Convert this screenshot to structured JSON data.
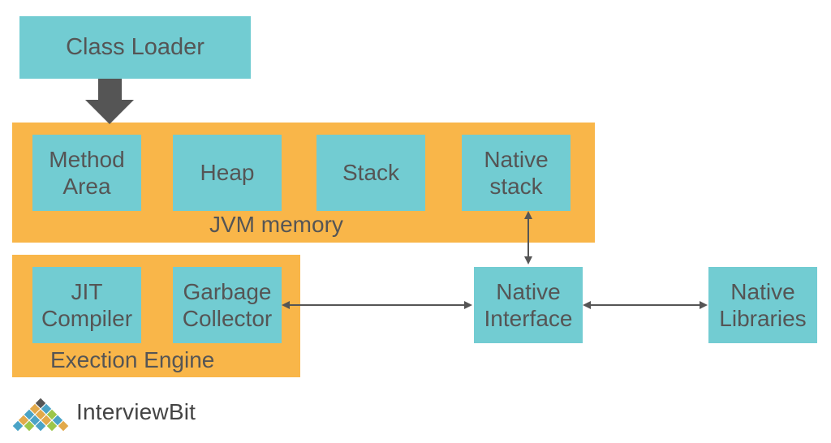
{
  "diagram": {
    "class_loader": "Class Loader",
    "jvm_memory": {
      "label": "JVM memory",
      "method_area": "Method\nArea",
      "heap": "Heap",
      "stack": "Stack",
      "native_stack": "Native\nstack"
    },
    "execution_engine": {
      "label": "Exection Engine",
      "jit_compiler": "JIT\nCompiler",
      "garbage_collector": "Garbage\nCollector"
    },
    "native_interface": "Native\nInterface",
    "native_libraries": "Native\nLibraries"
  },
  "logo": {
    "text": "InterviewBit"
  },
  "colors": {
    "box": "#72ccd2",
    "panel": "#f9b649",
    "text": "#555555",
    "arrow": "#555555"
  }
}
